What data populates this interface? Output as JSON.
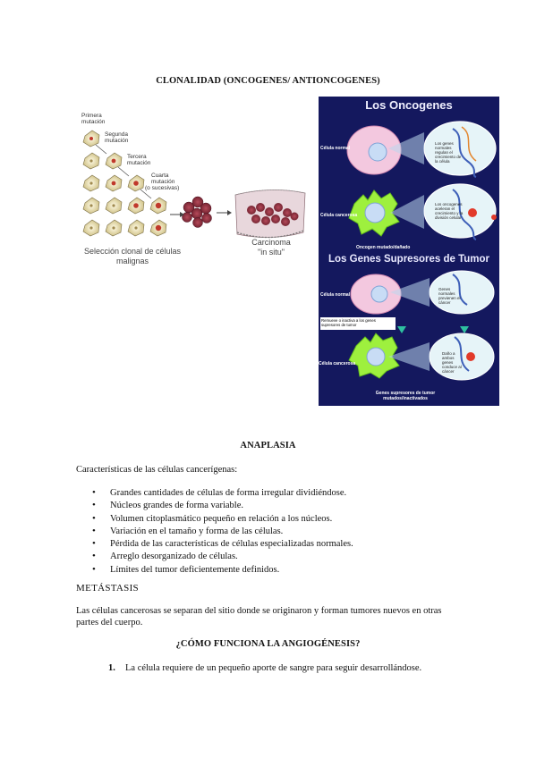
{
  "heading1": "CLONALIDAD (ONCOGENES/ ANTIONCOGENES)",
  "figure_left": {
    "steps": [
      "Primera mutación",
      "Segunda mutación",
      "Tercera mutación",
      "Cuarta mutación (o sucesivas)"
    ],
    "caption_left": "Selección clonal de células malignas",
    "caption_right_1": "Carcinoma",
    "caption_right_2": "\"in situ\""
  },
  "figure_right": {
    "title_top": "Los Oncogenes",
    "label_normal_1": "Célula normal",
    "bubble_1": "Los genes normales regulan el crecimiento de la célula",
    "label_cancer_1": "Célula cancerosa",
    "bubble_2": "Los oncogenes aceleran el crecimiento y la división celular",
    "label_onco": "Oncogen mutado/dañado",
    "title_bottom": "Los Genes Supresores de Tumor",
    "label_normal_2": "Célula normal",
    "bubble_3": "Genes normales previenen el cáncer",
    "label_remove": "Remueve o inactiva a los genes supresores de tumor",
    "label_cancer_2": "Célula cancerosa",
    "bubble_4": "Daño a ambos genes conduce al cáncer",
    "label_supp_1": "Genes supresores de tumor",
    "label_supp_2": "mutados/inactivados"
  },
  "heading2": "ANAPLASIA",
  "intro": "Características de las células cancerígenas:",
  "bullets": [
    "Grandes cantidades de células de forma irregular dividiéndose.",
    "Núcleos grandes de forma variable.",
    "Volumen citoplasmático pequeño en relación a los núcleos.",
    "Variación en el tamaño y forma de las células.",
    "Pérdida de las características de células especializadas normales.",
    "Arreglo desorganizado de células.",
    "Límites del tumor deficientemente definidos."
  ],
  "heading3": "METÁSTASIS",
  "metastasis_text": "Las células cancerosas se separan del sitio donde se originaron y forman tumores nuevos en otras partes del cuerpo.",
  "heading4": "¿CÓMO FUNCIONA LA ANGIOGÉNESIS?",
  "numbered": [
    {
      "num": "1.",
      "text": "La célula requiere de un pequeño aporte de sangre para seguir desarrollándose."
    }
  ]
}
